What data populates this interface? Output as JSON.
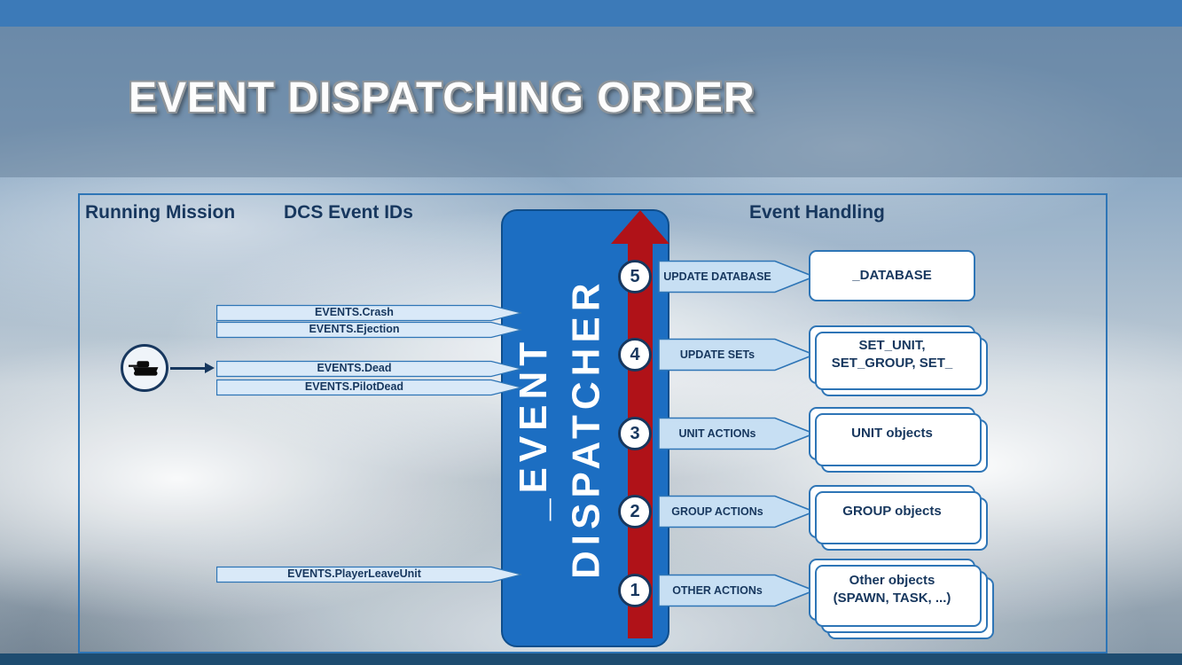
{
  "title": "EVENT DISPATCHING ORDER",
  "headers": {
    "running_mission": "Running Mission",
    "dcs_event_ids": "DCS Event IDs",
    "event_handling": "Event Handling"
  },
  "dispatcher": {
    "label": "_EVENT\nDISPATCHER"
  },
  "steps": [
    {
      "num": "5",
      "action": "UPDATE DATABASE",
      "target": "_DATABASE"
    },
    {
      "num": "4",
      "action": "UPDATE SETs",
      "target": "SET_UNIT,\nSET_GROUP, SET_"
    },
    {
      "num": "3",
      "action": "UNIT ACTIONs",
      "target": "UNIT objects"
    },
    {
      "num": "2",
      "action": "GROUP ACTIONs",
      "target": "GROUP objects"
    },
    {
      "num": "1",
      "action": "OTHER ACTIONs",
      "target": "Other objects\n(SPAWN, TASK, ...)"
    }
  ],
  "events": {
    "crash": "EVENTS.Crash",
    "ejection": "EVENTS.Ejection",
    "dead": "EVENTS.Dead",
    "pilot_dead": "EVENTS.PilotDead",
    "player_leave_unit": "EVENTS.PlayerLeaveUnit"
  },
  "icons": {
    "unit": "tank-icon",
    "dispatch_flow": "up-arrow-icon"
  },
  "colors": {
    "accent_blue": "#2E75B6",
    "dispatcher_blue": "#1C6EC2",
    "arrow_red": "#B01218",
    "text_navy": "#17375E",
    "ribbon_fill": "#C7DFF3"
  }
}
